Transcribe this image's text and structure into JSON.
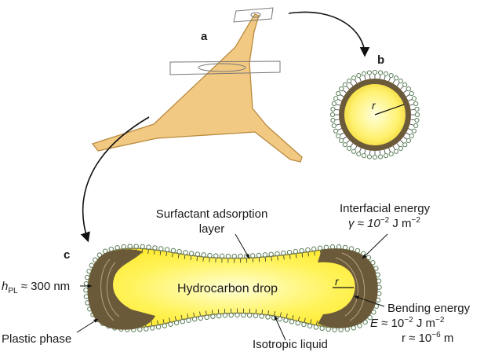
{
  "panels": {
    "a": "a",
    "b": "b",
    "c": "c"
  },
  "labels": {
    "surfactant_line1": "Surfactant adsorption",
    "surfactant_line2": "layer",
    "interfacial_title": "Interfacial energy",
    "interfacial_gamma": "γ ≈ 10",
    "interfacial_exp": "−2",
    "interfacial_unit": " J m",
    "interfacial_unit_exp": "−2",
    "h_sym": "h",
    "h_sub": "PL",
    "h_value": " ≈ 300 nm",
    "hydrocarbon": "Hydrocarbon drop",
    "r_drop": "r",
    "r_circle": "r",
    "bending_title": "Bending energy",
    "bending_formula_part": "E",
    "bending_formula_rest": "  ≈ 10",
    "bending_exp": "−2",
    "bending_unit": " J m",
    "bending_unit_exp": "−2",
    "r_value": "r ≈ 10",
    "r_value_exp": "−6",
    "r_value_unit": " m",
    "plastic_phase": "Plastic phase",
    "isotropic": "Isotropic liquid"
  },
  "colors": {
    "cell_fill": "#f2c983",
    "cell_stroke": "#b98a3e",
    "drop_yellow": "#ffef3a",
    "drop_center": "#ffffc8",
    "plastic_brown": "#6b5a3a",
    "bead_green": "#5c7f5a",
    "ink": "#1a1a1a"
  }
}
